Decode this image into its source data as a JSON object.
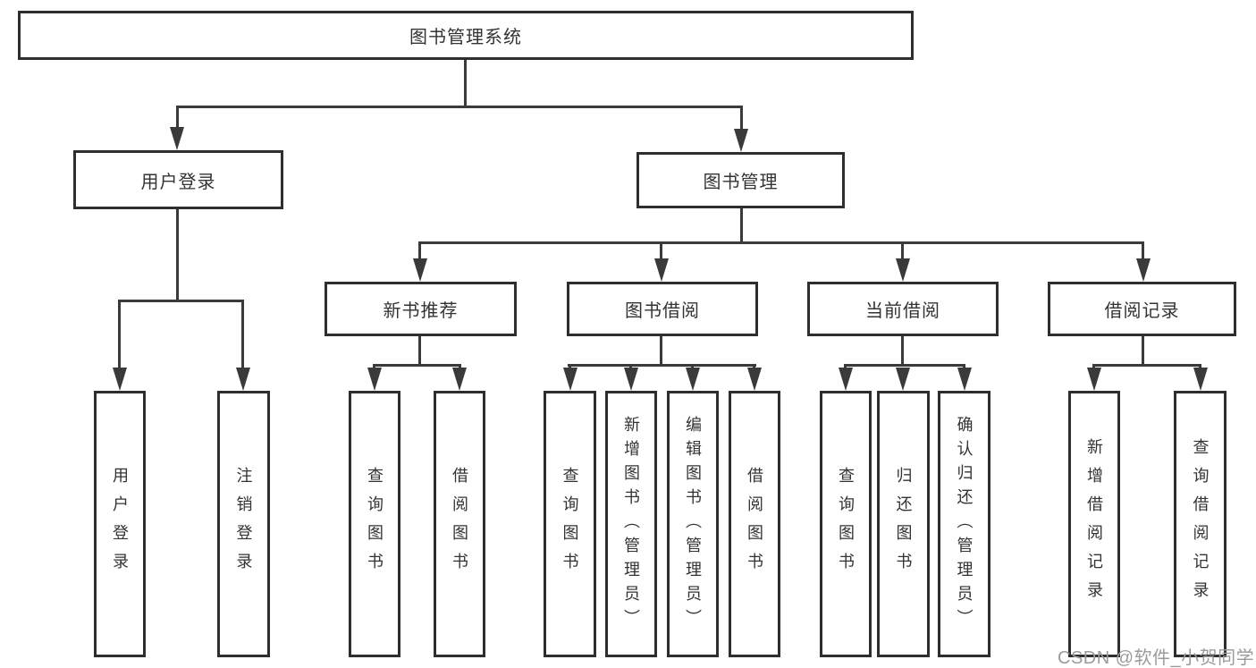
{
  "diagram": {
    "type": "tree",
    "root": {
      "label": "图书管理系统"
    },
    "level2": [
      {
        "label": "用户登录"
      },
      {
        "label": "图书管理"
      }
    ],
    "level3": [
      {
        "label": "新书推荐",
        "parent": "图书管理"
      },
      {
        "label": "图书借阅",
        "parent": "图书管理"
      },
      {
        "label": "当前借阅",
        "parent": "图书管理"
      },
      {
        "label": "借阅记录",
        "parent": "图书管理"
      }
    ],
    "leaves": [
      {
        "label": "用户登录",
        "parent": "用户登录"
      },
      {
        "label": "注销登录",
        "parent": "用户登录"
      },
      {
        "label": "查询图书",
        "parent": "新书推荐"
      },
      {
        "label": "借阅图书",
        "parent": "新书推荐"
      },
      {
        "label": "查询图书",
        "parent": "图书借阅"
      },
      {
        "label": "新增图书（管理员）",
        "parent": "图书借阅"
      },
      {
        "label": "编辑图书（管理员）",
        "parent": "图书借阅"
      },
      {
        "label": "借阅图书",
        "parent": "图书借阅"
      },
      {
        "label": "查询图书",
        "parent": "当前借阅"
      },
      {
        "label": "归还图书",
        "parent": "当前借阅"
      },
      {
        "label": "确认归还（管理员）",
        "parent": "当前借阅"
      },
      {
        "label": "新增借阅记录",
        "parent": "借阅记录"
      },
      {
        "label": "查询借阅记录",
        "parent": "借阅记录"
      }
    ],
    "watermark": "CSDN @软件_小贺同学",
    "colors": {
      "line": "#3a3a3a",
      "box_border": "#2e2e2e",
      "text": "#333333",
      "watermark": "#9b9b9b",
      "background": "#ffffff"
    }
  }
}
